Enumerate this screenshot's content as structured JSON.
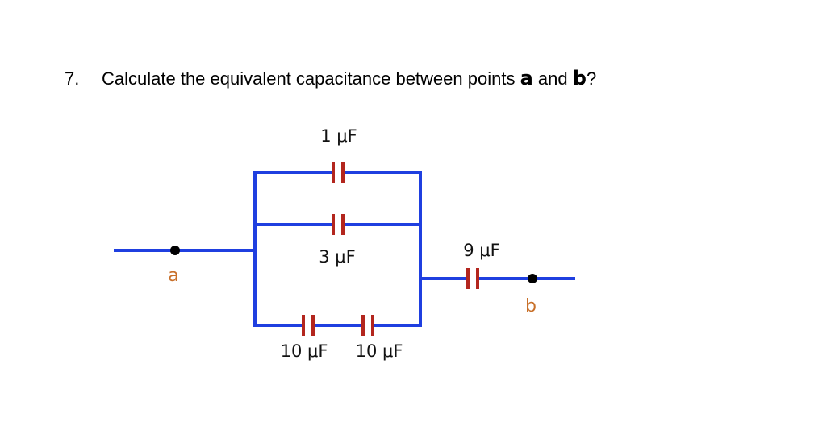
{
  "question": {
    "number": "7.",
    "text_before": "Calculate the equivalent capacitance between points",
    "point_a": "a",
    "conjunction": "and",
    "point_b": "b",
    "end_mark": "?"
  },
  "diagram": {
    "capacitors": {
      "c1": "1 μF",
      "c2": "3 μF",
      "c3": "10 μF",
      "c4": "10 μF",
      "c5": "9 μF"
    },
    "points": {
      "a": "a",
      "b": "b"
    },
    "colors": {
      "wire": "#1f3fe0",
      "capacitor": "#b3261e",
      "point_label": "#c8702a",
      "node": "#000000"
    }
  }
}
